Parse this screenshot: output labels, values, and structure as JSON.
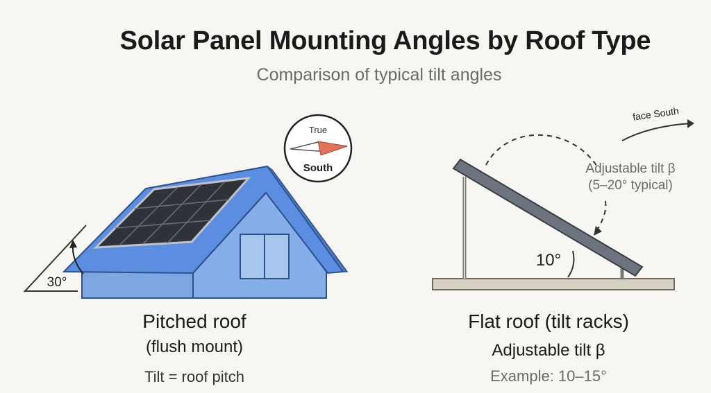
{
  "title": "Solar Panel Mounting Angles by Roof Type",
  "subtitle": "Comparison of typical tilt angles",
  "compass": {
    "top": "True",
    "bottom": "South"
  },
  "pitched": {
    "angle": "30°",
    "heading": "Pitched roof",
    "subheading": "(flush mount)",
    "caption": "Tilt = roof pitch"
  },
  "flat": {
    "angle": "10°",
    "note_line1": "Adjustable tilt β",
    "note_line2": "(5–20° typical)",
    "face_label": "face South",
    "heading": "Flat roof (tilt racks)",
    "subheading": "Adjustable tilt β",
    "example": "Example: 10–15°"
  },
  "colors": {
    "roof": "#5b8ee0",
    "wall": "#86aee8",
    "panel": "#3a3d44",
    "rack_panel": "#6d7480",
    "base": "#d6d0c4",
    "compass_needle": "#e0735a"
  }
}
